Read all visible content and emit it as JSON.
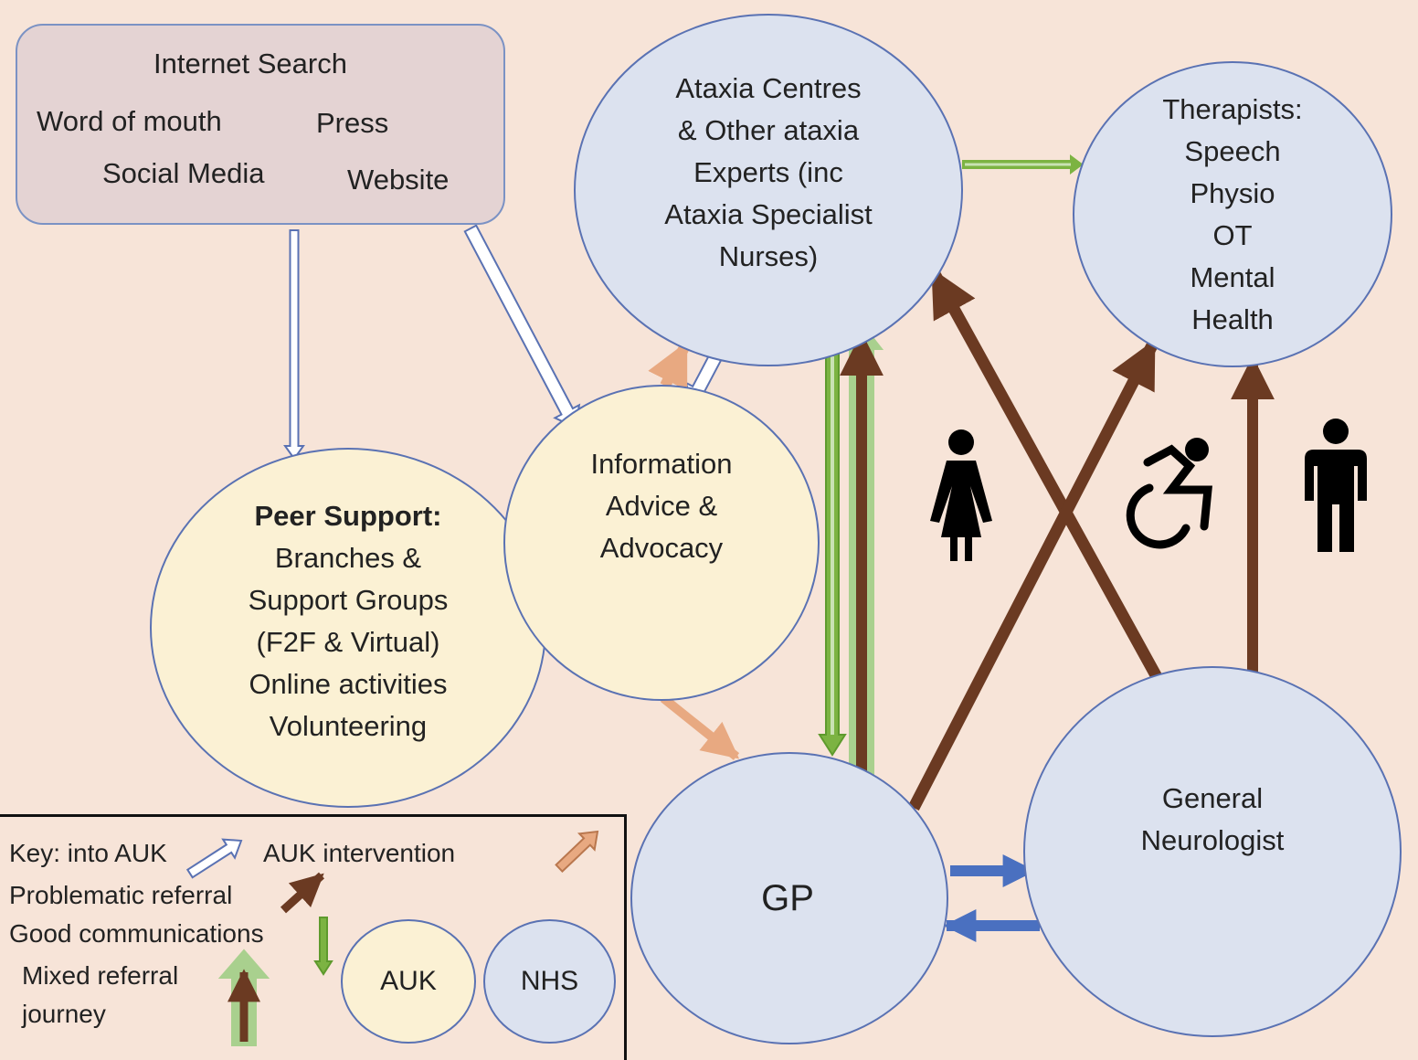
{
  "sources": {
    "internet_search": "Internet Search",
    "word_of_mouth": "Word of mouth",
    "press": "Press",
    "social_media": "Social Media",
    "website": "Website"
  },
  "nodes": {
    "ataxia_centres": [
      "Ataxia Centres",
      "& Other ataxia",
      "Experts (inc",
      "Ataxia Specialist",
      "Nurses)"
    ],
    "therapists": [
      "Therapists:",
      "Speech",
      "Physio",
      "OT",
      "Mental",
      "Health"
    ],
    "info_advice": [
      "Information",
      "Advice &",
      "Advocacy"
    ],
    "peer_support_title": "Peer Support:",
    "peer_support": [
      "Branches &",
      "Support Groups",
      "(F2F & Virtual)",
      "Online activities",
      "Volunteering"
    ],
    "gp": "GP",
    "neurologist": [
      "General",
      "Neurologist"
    ]
  },
  "key": {
    "into_auk": "Key: into AUK",
    "auk_intervention": "AUK intervention",
    "problematic": "Problematic referral",
    "good_comms": "Good communications",
    "mixed_line1": "Mixed referral",
    "mixed_line2": "journey",
    "auk": "AUK",
    "nhs": "NHS"
  },
  "colors": {
    "background": "#f7e4d8",
    "nhs_fill": "#dce2ef",
    "auk_fill": "#fbf1d4",
    "sources_fill": "#e4d3d3",
    "node_border": "#5a72b3",
    "problematic": "#6b3a22",
    "auk_intervention": "#e8a981",
    "good_comms": "#7cb342",
    "mixed_halo": "#a9d08e",
    "gp_neuro_arrows": "#4a70c0"
  },
  "icons": [
    "woman-icon",
    "wheelchair-icon",
    "man-icon"
  ]
}
